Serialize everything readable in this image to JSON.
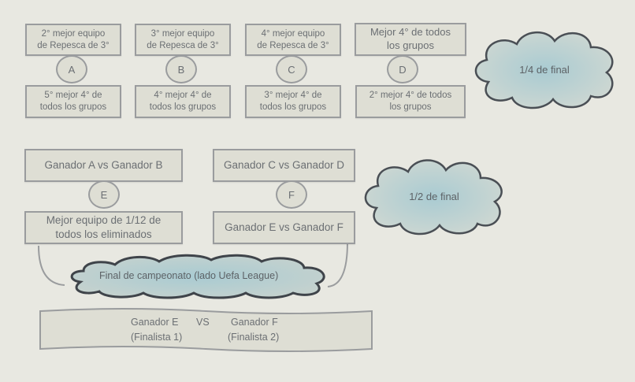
{
  "quarter_final": {
    "top_boxes": [
      {
        "line1": "2° mejor equipo",
        "line2": "de Repesca de 3°"
      },
      {
        "line1": "3° mejor equipo",
        "line2": "de Repesca de 3°"
      },
      {
        "line1": "4° mejor equipo",
        "line2": "de Repesca de 3°"
      },
      {
        "line1": "Mejor 4° de todos",
        "line2": "los grupos"
      }
    ],
    "match_labels": [
      "A",
      "B",
      "C",
      "D"
    ],
    "bottom_boxes": [
      {
        "line1": "5° mejor 4° de",
        "line2": "todos los grupos"
      },
      {
        "line1": "4° mejor 4° de",
        "line2": "todos los grupos"
      },
      {
        "line1": "3° mejor 4° de",
        "line2": "todos los grupos"
      },
      {
        "line1": "2° mejor 4° de todos",
        "line2": "los grupos"
      }
    ],
    "stage_label": "1/4 de final"
  },
  "semi_final": {
    "top_boxes": [
      "Ganador A vs Ganador B",
      "Ganador C vs Ganador D"
    ],
    "match_labels": [
      "E",
      "F"
    ],
    "bottom_left": {
      "line1": "Mejor equipo de 1/12 de",
      "line2": "todos los eliminados"
    },
    "bottom_right": "Ganador E vs Ganador F",
    "stage_label": "1/2 de final"
  },
  "final": {
    "stage_label": "Final de campeonato (lado Uefa League)",
    "left_team": "Ganador E",
    "vs": "VS",
    "right_team": "Ganador F",
    "left_note": "(Finalista 1)",
    "right_note": "(Finalista 2)"
  },
  "colors": {
    "background": "#e8e8e1",
    "box_fill": "#deded4",
    "border": "#9a9c9e",
    "cloud_center": "#a9cbd2",
    "cloud_edge": "#c8d3cf",
    "text": "#6b6f73"
  }
}
